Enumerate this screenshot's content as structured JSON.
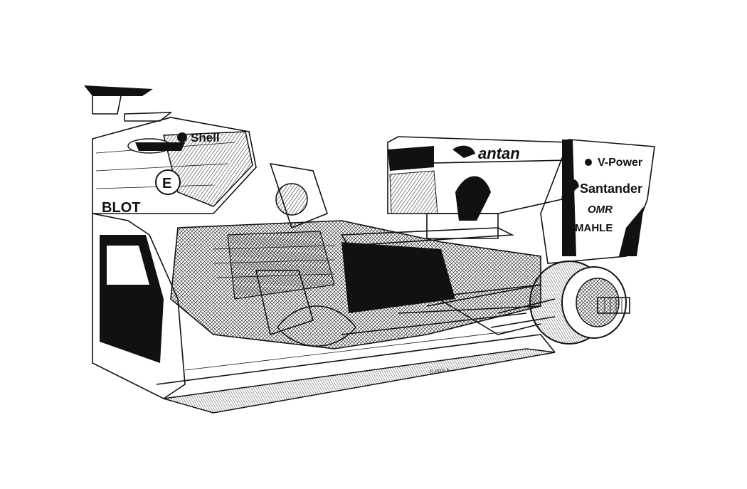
{
  "illustration": {
    "sponsors": {
      "shell": "Shell",
      "e_badge": "E",
      "blot": "BLOT",
      "santander_wing": "antan",
      "vpower": "V-Power",
      "santander_plate": "Santander",
      "omr": "OMR",
      "mahle": "MAHLE"
    },
    "artist_signature": "G.PIOLA",
    "colors": {
      "ink": "#111111",
      "paper": "#ffffff"
    }
  }
}
